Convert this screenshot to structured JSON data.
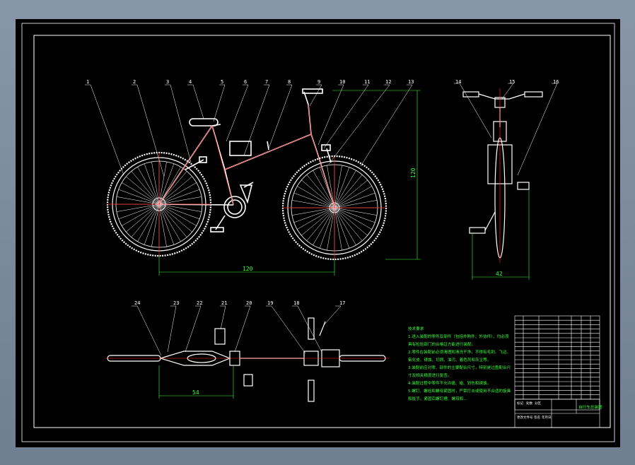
{
  "drawing": {
    "part_labels_side": [
      "1",
      "2",
      "3",
      "4",
      "5",
      "6",
      "7",
      "8",
      "9",
      "10",
      "11",
      "12",
      "13"
    ],
    "part_labels_front": [
      "14",
      "15",
      "16"
    ],
    "part_labels_top": [
      "24",
      "23",
      "22",
      "21",
      "20",
      "19",
      "18",
      "17"
    ],
    "dim_side_length": "120",
    "dim_side_height": "120",
    "dim_front_width": "42",
    "dim_top_length": "54"
  },
  "colors": {
    "sheet": "#000000",
    "frame_line": "#ffffff",
    "center_line": "#ff2a2a",
    "dimension": "#39ff39",
    "background": "#7d8ca0"
  },
  "technical_notes": [
    "技术要求",
    "1.进入装配的零件及部件（包括外购件、外协件），均必须",
    "具有检验部门的合格证方能进行装配。",
    "2.零件在装配前必须清理和清洗干净，不得有毛刺、飞边、",
    "氧化皮、锈蚀、切屑、油污、着色剂和灰尘等。",
    "3.装配前应对零、部件的主要配合尺寸，特别是过盈配合尺",
    "寸及相关精度进行复查。",
    "4.装配过程中零件不允许磕、碰、划伤和锈蚀。",
    "5.螺钉、螺栓和螺母紧固时，严禁打击或使用不合适的旋具",
    "和扳手。紧固后螺钉槽、螺母和..."
  ],
  "title_block": {
    "cells": [
      "标记",
      "处数",
      "分区",
      "更改文件号",
      "签名",
      "年月日"
    ],
    "drawing_name": "自行车总装图"
  }
}
